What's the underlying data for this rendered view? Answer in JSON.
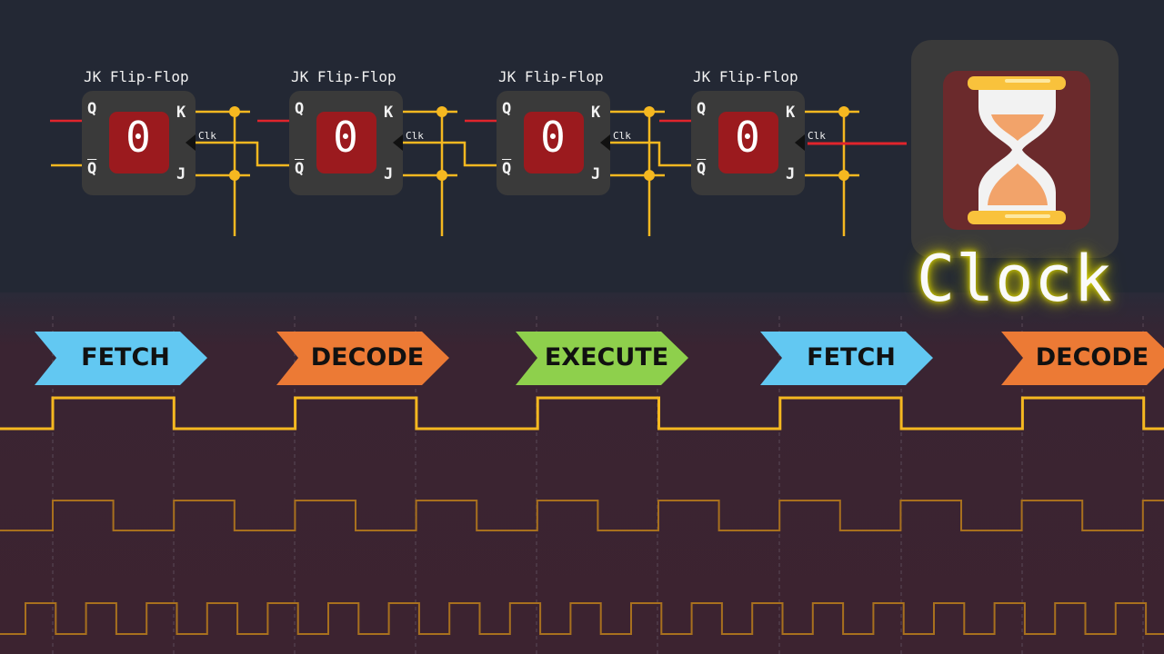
{
  "flip_flops": [
    {
      "title": "JK Flip-Flop",
      "state": "0"
    },
    {
      "title": "JK Flip-Flop",
      "state": "0"
    },
    {
      "title": "JK Flip-Flop",
      "state": "0"
    },
    {
      "title": "JK Flip-Flop",
      "state": "0"
    }
  ],
  "pins": {
    "q": "Q",
    "qbar": "Q",
    "k": "K",
    "j": "J",
    "clk": "Clk"
  },
  "clock": {
    "title": "Clock",
    "icon": "hourglass-icon"
  },
  "stages": [
    "FETCH",
    "DECODE",
    "EXECUTE",
    "FETCH",
    "DECODE"
  ],
  "colors": {
    "wire_yellow": "#f5b820",
    "wire_red": "#e0242c",
    "flipflop_body": "#3a3a3a",
    "state_box": "#9b1a1e",
    "fetch": "#62c8f2",
    "decode": "#ec7a35",
    "execute": "#8ed04c",
    "waveform_main": "#f5b820",
    "waveform_dim": "#a8701e"
  }
}
